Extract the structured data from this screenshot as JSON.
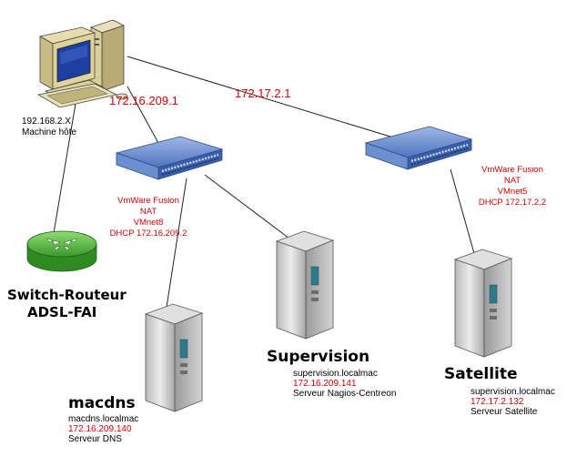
{
  "colors": {
    "accent_red": "#d80000",
    "switch_blue": "#5b7fc4",
    "router_green": "#4caf3c",
    "server_gray": "#c9c9c9"
  },
  "icons": {
    "host": "desktop-computer-icon",
    "router": "router-icon",
    "switch": "network-switch-icon",
    "server": "tower-server-icon"
  },
  "links": {
    "host_switch1_ip": "172.16.209.1",
    "host_switch2_ip": "172.17.2.1"
  },
  "host": {
    "ip": "192.168.2.X",
    "label": "Machine hôte"
  },
  "router": {
    "title_line1": "Switch-Routeur",
    "title_line2": "ADSL-FAI"
  },
  "vmnet8": {
    "line1": "VmWare Fusion",
    "line2": "NAT",
    "line3": "VMnet8",
    "line4": "DHCP 172.16.209.2"
  },
  "vmnet5": {
    "line1": "VmWare Fusion",
    "line2": "NAT",
    "line3": "VMnet5",
    "line4": "DHCP 172.17.2.2"
  },
  "servers": {
    "macdns": {
      "title": "macdns",
      "hostname": "macdns.localmac",
      "ip": "172.16.209.140",
      "role": "Serveur DNS"
    },
    "supervision": {
      "title": "Supervision",
      "hostname": "supervision.localmac",
      "ip": "172.16.209.141",
      "role": "Serveur Nagios-Centreon"
    },
    "satellite": {
      "title": "Satellite",
      "hostname": "supervision.localmac",
      "ip": "172.17.2.132",
      "role": "Serveur Satellite"
    }
  }
}
